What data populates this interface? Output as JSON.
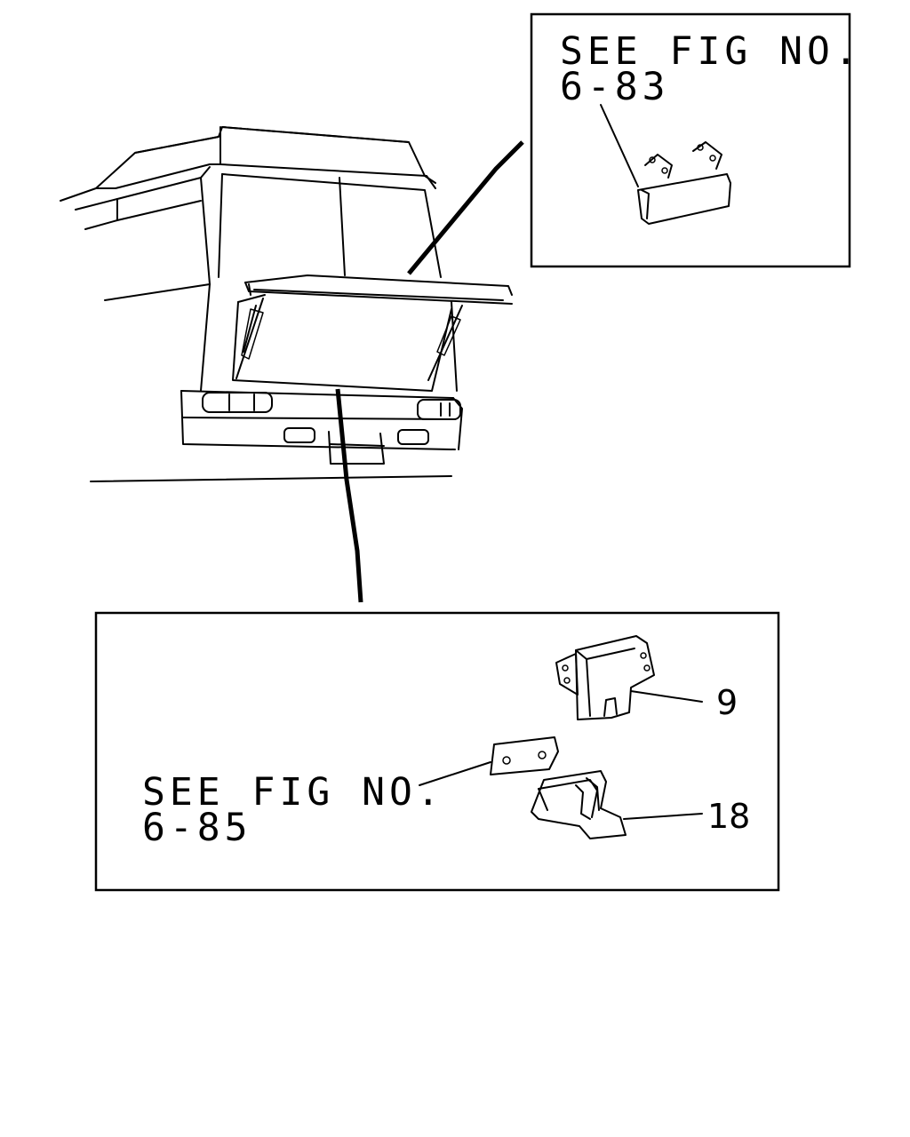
{
  "references": {
    "top_line1": "SEE FIG NO.",
    "top_line2": "6-83",
    "bottom_line1": "SEE FIG NO.",
    "bottom_line2": "6-85"
  },
  "callouts": {
    "part_a": "9",
    "part_b": "18"
  }
}
